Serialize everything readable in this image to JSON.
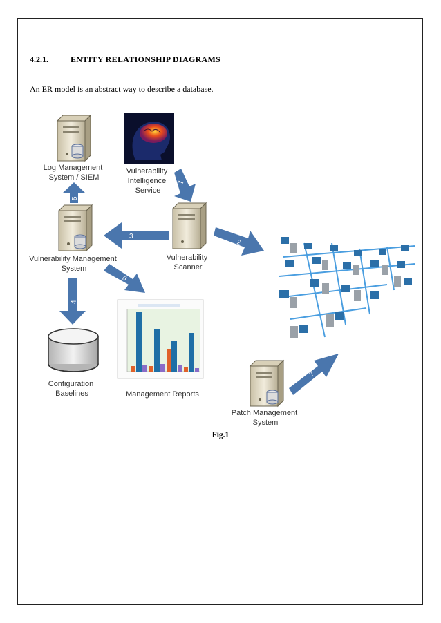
{
  "section": {
    "number": "4.2.1.",
    "title": "ENTITY RELATIONSHIP DIAGRAMS",
    "intro": "An ER model is an abstract way to describe a database."
  },
  "figure": {
    "caption": "Fig.1",
    "nodes": {
      "log_management": [
        "Log Management",
        "System / SIEM"
      ],
      "intelligence": [
        "Vulnerability",
        "Intelligence",
        "Service"
      ],
      "vuln_management": [
        "Vulnerability Management",
        "System"
      ],
      "scanner": [
        "Vulnerability",
        "Scanner"
      ],
      "baselines": [
        "Configuration",
        "Baselines"
      ],
      "reports": [
        "Management Reports"
      ],
      "patch": [
        "Patch Management",
        "System"
      ]
    },
    "arrows": [
      "1",
      "2",
      "3",
      "4",
      "5",
      "6",
      "7"
    ],
    "colors": {
      "arrow": "#4a76ad",
      "server": "#e4ddc8",
      "db": "#cfcfcf",
      "network_line": "#4a9ee0"
    }
  }
}
